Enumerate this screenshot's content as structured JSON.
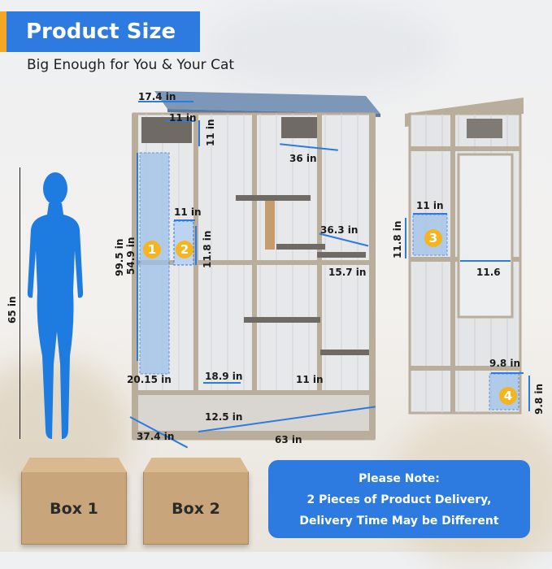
{
  "header": {
    "title": "Product Size",
    "subtitle": "Big Enough for You & Your Cat"
  },
  "dimensions": {
    "roof_depth": "17.4 in",
    "box_width": "11 in",
    "box_height": "11 in",
    "ledge_width": "36 in",
    "door_width": "11 in",
    "door_height": "11.8 in",
    "height_total": "99.5 in",
    "door_tall": "54.9 in",
    "shelf_length": "36.3 in",
    "shelf_depth": "15.7 in",
    "base_depth": "20.15 in",
    "shelf_bottom": "18.9 in",
    "step_width": "11 in",
    "base_height": "12.5 in",
    "depth": "37.4 in",
    "width": "63 in",
    "person_height": "65 in",
    "side_door_width": "11 in",
    "side_door_height": "11.8 in",
    "side_window": "11.6",
    "small_door_width": "9.8 in",
    "small_door_height": "9.8 in"
  },
  "badges": [
    "1",
    "2",
    "3",
    "4"
  ],
  "boxes": [
    "Box 1",
    "Box 2"
  ],
  "note": {
    "title": "Please Note:",
    "line1": "2 Pieces of Product Delivery,",
    "line2": "Delivery Time May be Different"
  },
  "colors": {
    "accent": "#2d7ae0",
    "highlight": "#f5a623",
    "roof": "#7d97b8",
    "frame": "#b9ad9c",
    "person": "#1e7be0"
  }
}
